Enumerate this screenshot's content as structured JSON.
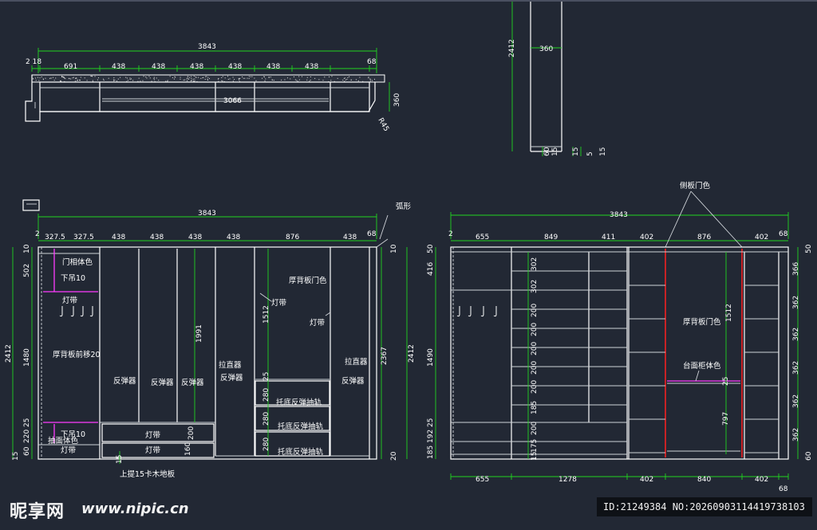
{
  "colors": {
    "background": "#222834",
    "outline": "#ffffff",
    "dimension": "#21d321",
    "note": "#ffffff",
    "magenta": "#ff3cff",
    "red": "#ff2020"
  },
  "top_plan": {
    "overall": "3843",
    "left_small": "2 18",
    "segments": [
      "691",
      "438",
      "438",
      "438",
      "438",
      "438",
      "438"
    ],
    "right_end": "68",
    "inner": "3066",
    "depth": "360",
    "radius": "R45"
  },
  "side_section": {
    "height": "2412",
    "depth": "360",
    "bottom_dims": [
      "60",
      "15",
      "15",
      "5",
      "15"
    ]
  },
  "left_elevation": {
    "overall": "3843",
    "segments": [
      "2",
      "327.5",
      "327.5",
      "438",
      "438",
      "438",
      "438",
      "876",
      "438",
      "68"
    ],
    "left_vertical": [
      "10",
      "502",
      "1480",
      "25",
      "220",
      "60",
      "15"
    ],
    "total_height": "2412",
    "right_vertical": [
      "10",
      "2367",
      "20"
    ],
    "right_total": "2412",
    "inner_dims": [
      "1991",
      "200",
      "160",
      "1512",
      "25",
      "280",
      "280",
      "280"
    ],
    "bottom_mark": "15",
    "arc_label": "弧形",
    "notes": [
      "门相体色",
      "下吊10",
      "灯带",
      "厚背板前移20",
      "下吊10",
      "抽面体色",
      "灯带",
      "反弹器",
      "反弹器",
      "反弹器",
      "灯带",
      "灯带",
      "拉直器",
      "反弹器",
      "厚背板门色",
      "灯带",
      "灯带",
      "托底反弹抽轨",
      "托底反弹抽轨",
      "托底反弹抽轨",
      "拉直器",
      "反弹器"
    ],
    "floor_note": "上提15卡木地板"
  },
  "right_elevation": {
    "overall": "3843",
    "segments": [
      "2",
      "655",
      "849",
      "411",
      "402",
      "876",
      "402",
      "68"
    ],
    "left_vertical": [
      "50",
      "416",
      "1490",
      "25",
      "192",
      "185"
    ],
    "right_vertical": [
      "50",
      "366",
      "362",
      "362",
      "362",
      "362",
      "362",
      "60"
    ],
    "shelf_dims": [
      "302",
      "302",
      "200",
      "200",
      "200",
      "200",
      "200",
      "185",
      "200",
      "175",
      "15"
    ],
    "inner_dims": [
      "1512",
      "25",
      "797"
    ],
    "bottom_segments": [
      "655",
      "1278",
      "402",
      "840",
      "402"
    ],
    "bottom_end": "68",
    "side_note": "侧板门色",
    "notes": [
      "厚背板门色",
      "台面柜体色"
    ]
  },
  "watermark": {
    "logo": "昵享网",
    "url": "www.nipic.cn",
    "id_text": "ID:21249384 NO:20260903114419738103"
  }
}
